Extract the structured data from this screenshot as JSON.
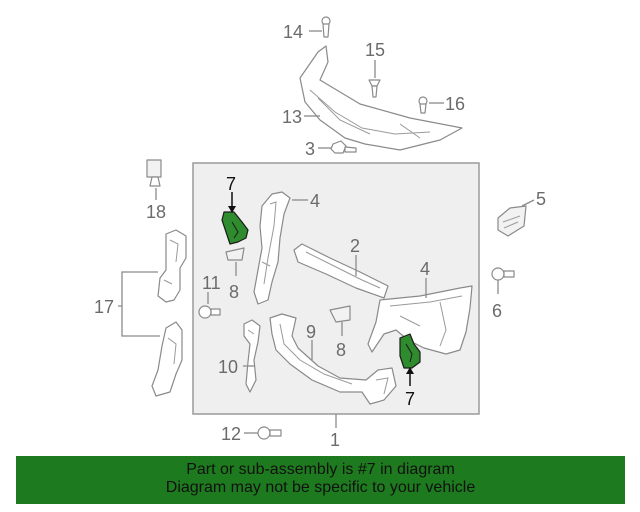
{
  "callouts": {
    "c1": "1",
    "c2": "2",
    "c3": "3",
    "c4a": "4",
    "c4b": "4",
    "c5": "5",
    "c6": "6",
    "c7a": "7",
    "c7b": "7",
    "c8a": "8",
    "c8b": "8",
    "c9": "9",
    "c10": "10",
    "c11": "11",
    "c12": "12",
    "c13": "13",
    "c14": "14",
    "c15": "15",
    "c16": "16",
    "c17": "17",
    "c18": "18"
  },
  "colors": {
    "highlight": "#2e8b2e",
    "banner": "#1e7a1e"
  },
  "banner": {
    "line1": "Part or sub-assembly is #7 in diagram",
    "line2": "Diagram may not be specific to your vehicle"
  }
}
